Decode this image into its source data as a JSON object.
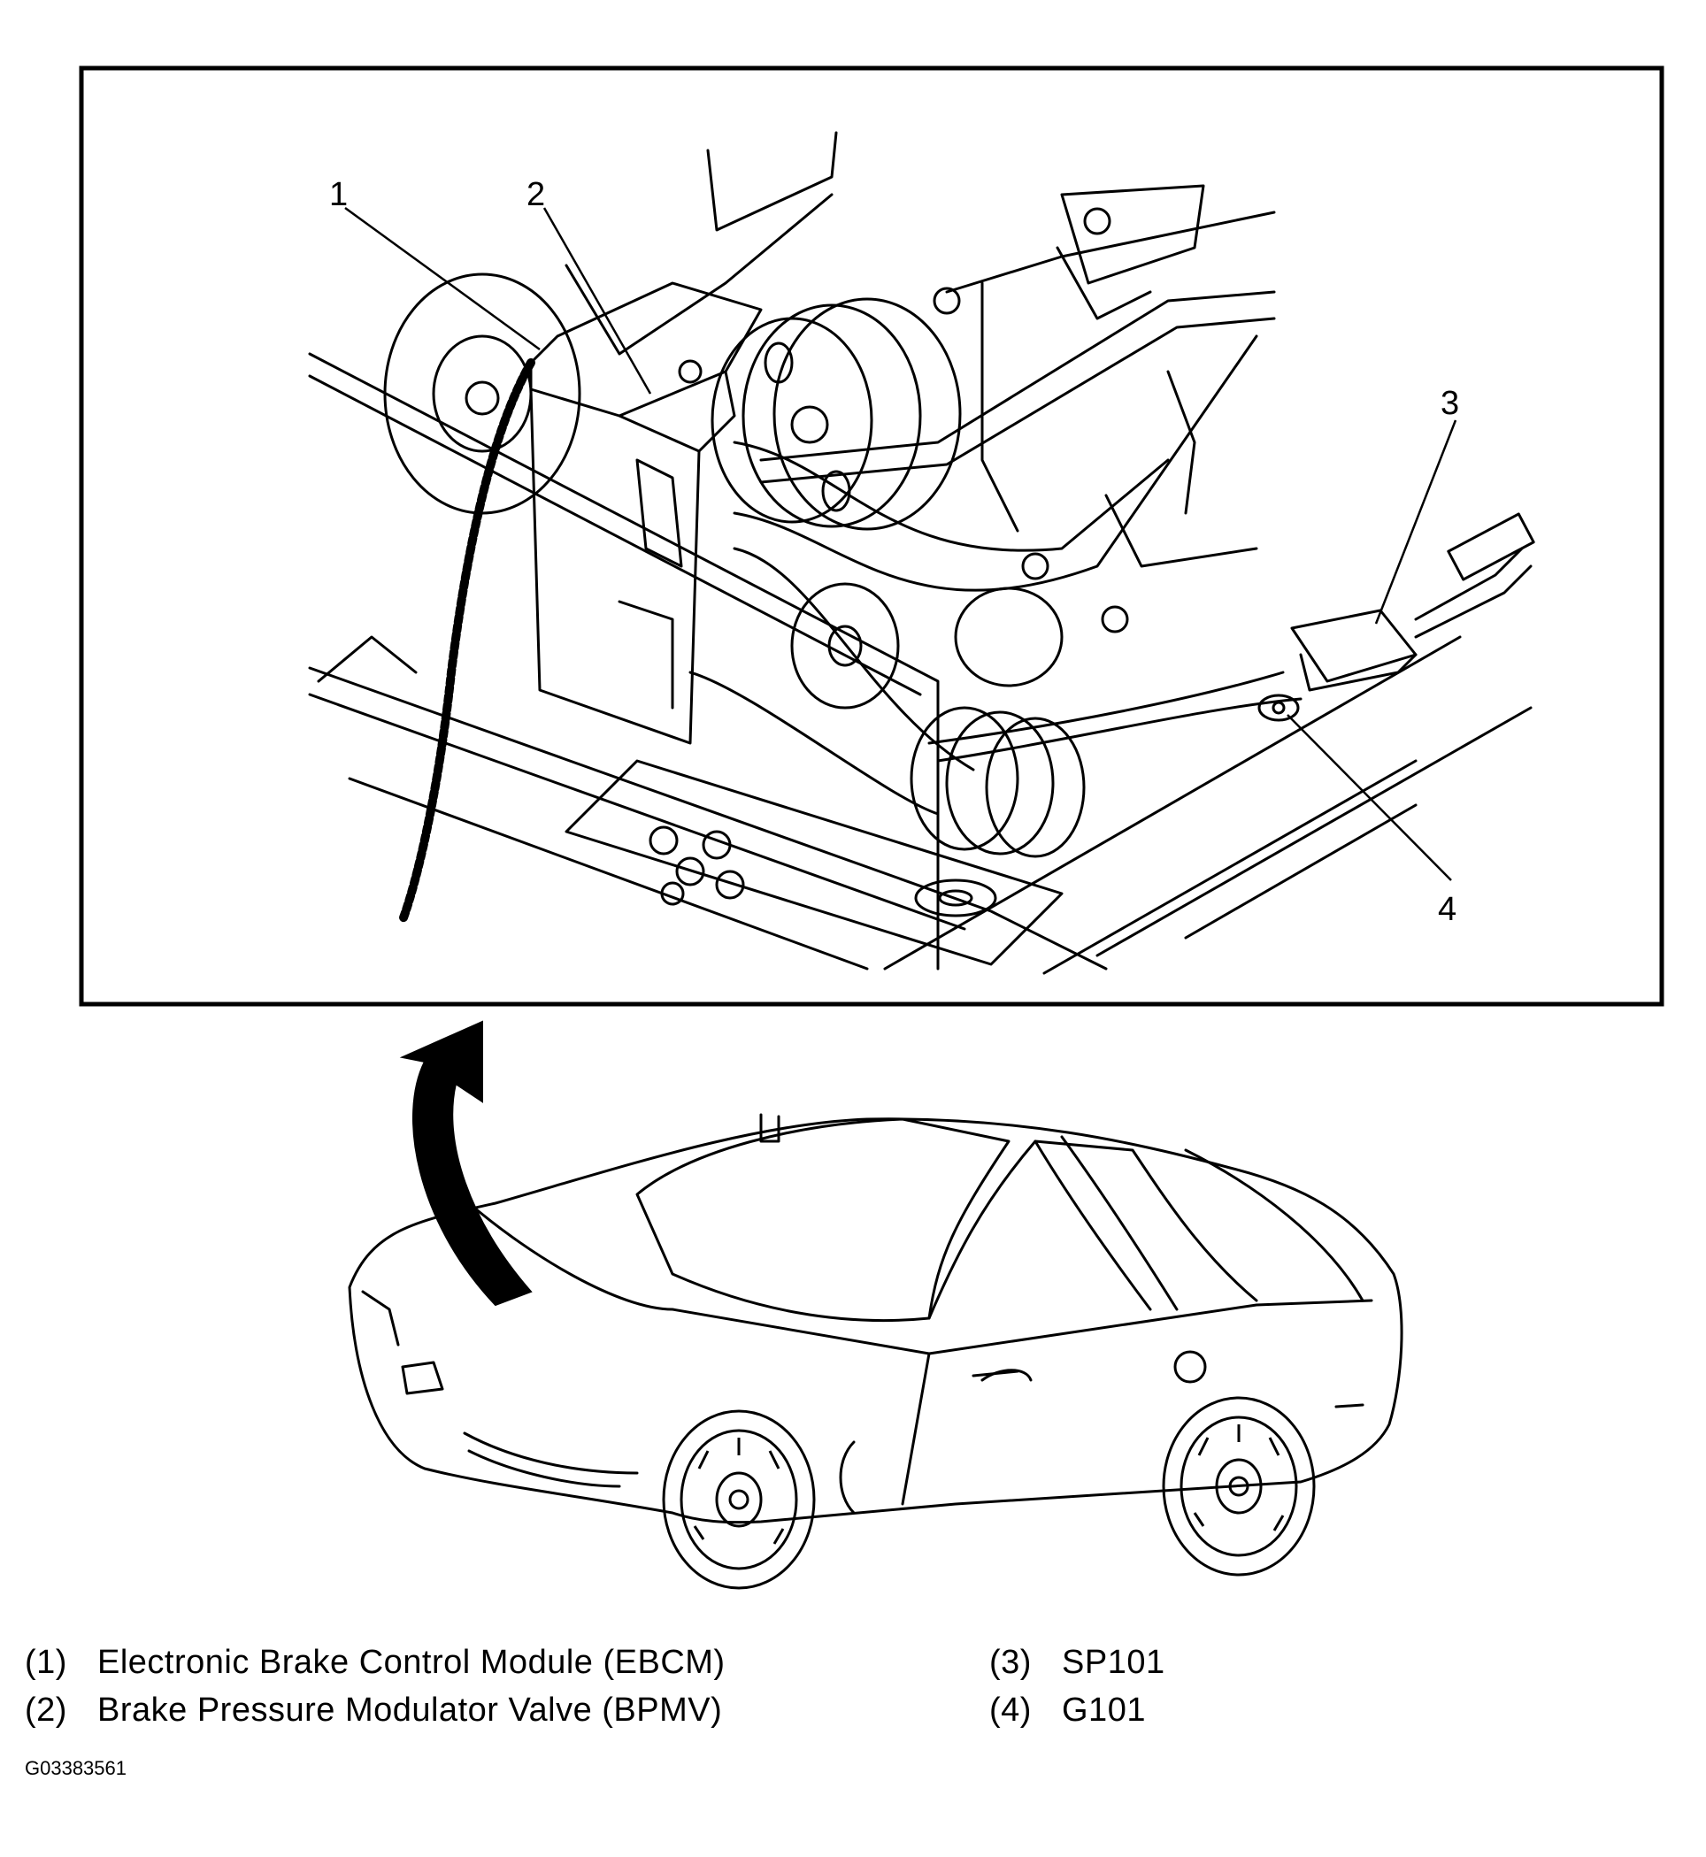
{
  "callouts": [
    "1",
    "2",
    "3",
    "4"
  ],
  "legend": [
    {
      "num": "(1)",
      "text": "Electronic Brake Control Module (EBCM)"
    },
    {
      "num": "(2)",
      "text": "Brake Pressure Modulator Valve (BPMV)"
    },
    {
      "num": "(3)",
      "text": "SP101"
    },
    {
      "num": "(4)",
      "text": "G101"
    }
  ],
  "figure_id": "G03383561"
}
